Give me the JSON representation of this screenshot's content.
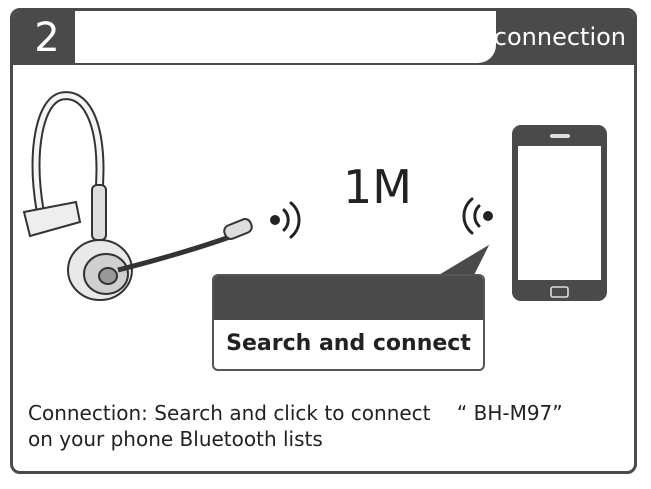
{
  "header": {
    "step_number": "2",
    "section_label": "connection"
  },
  "diagram": {
    "distance_label": "1M",
    "callout_text": "Search and connect"
  },
  "instruction": {
    "line1": "Connection: Search and click to connect 　“ BH-M97”",
    "line2": "on your phone Bluetooth lists"
  },
  "icons": [
    "headset-icon",
    "signal-waves-icon",
    "smartphone-icon"
  ]
}
